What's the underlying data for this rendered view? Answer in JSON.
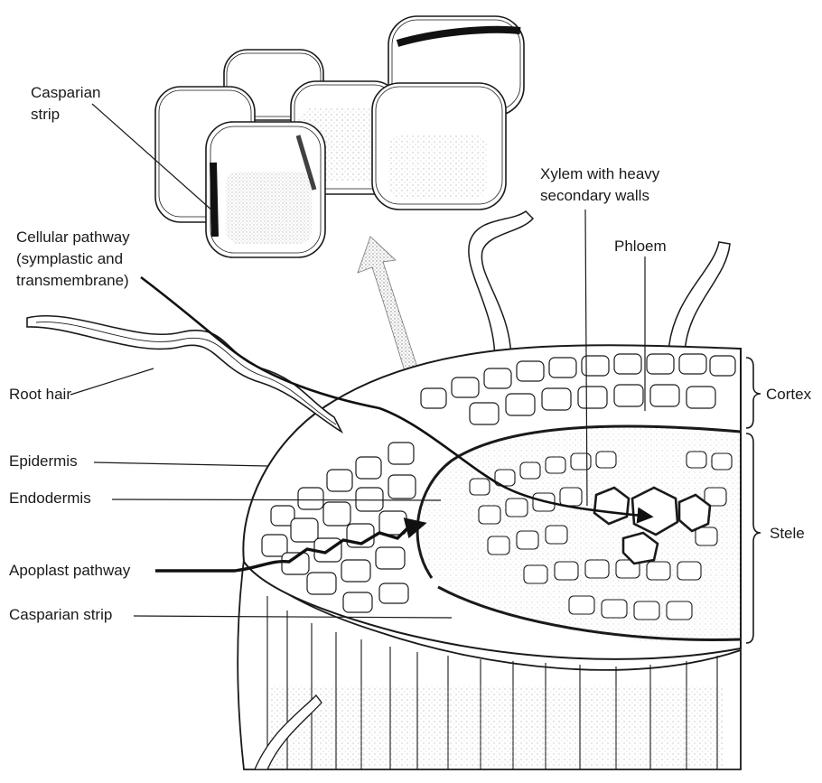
{
  "labels": {
    "casparian_strip_top": [
      "Casparian",
      "strip"
    ],
    "cellular_pathway": [
      "Cellular pathway",
      "(symplastic and",
      "transmembrane)"
    ],
    "root_hair": "Root hair",
    "epidermis": "Epidermis",
    "endodermis": "Endodermis",
    "apoplast_pathway": "Apoplast pathway",
    "casparian_strip_bottom": "Casparian strip",
    "xylem": [
      "Xylem with heavy",
      "secondary walls"
    ],
    "phloem": "Phloem",
    "cortex": "Cortex",
    "stele": "Stele"
  },
  "colors": {
    "ink": "#1a1a1a",
    "strip": "#111111",
    "stipple": "#9a9a9a"
  }
}
